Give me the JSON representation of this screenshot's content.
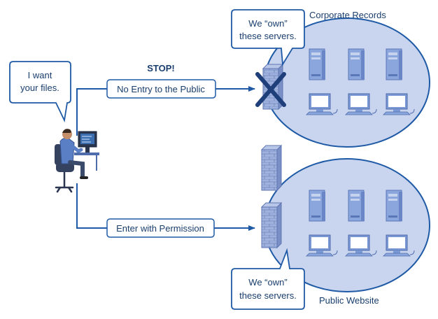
{
  "labels": {
    "stop": "STOP!",
    "no_entry": "No Entry to the Public",
    "enter_permission": "Enter with Permission",
    "corporate_records": "Corporate Records",
    "public_website": "Public Website"
  },
  "bubbles": {
    "user_line1": "I want",
    "user_line2": "your files.",
    "own_top_line1": "We “own”",
    "own_top_line2": "these servers.",
    "own_bottom_line1": "We “own”",
    "own_bottom_line2": "these servers."
  },
  "colors": {
    "text": "#1a3e6e",
    "line": "#1f5aa6",
    "network_fill": "#c9d5ee",
    "network_stroke": "#1f5aa6",
    "firewall": "#8fa4d6",
    "server": "#7a98d4",
    "block_mark": "#1f3f7a"
  }
}
